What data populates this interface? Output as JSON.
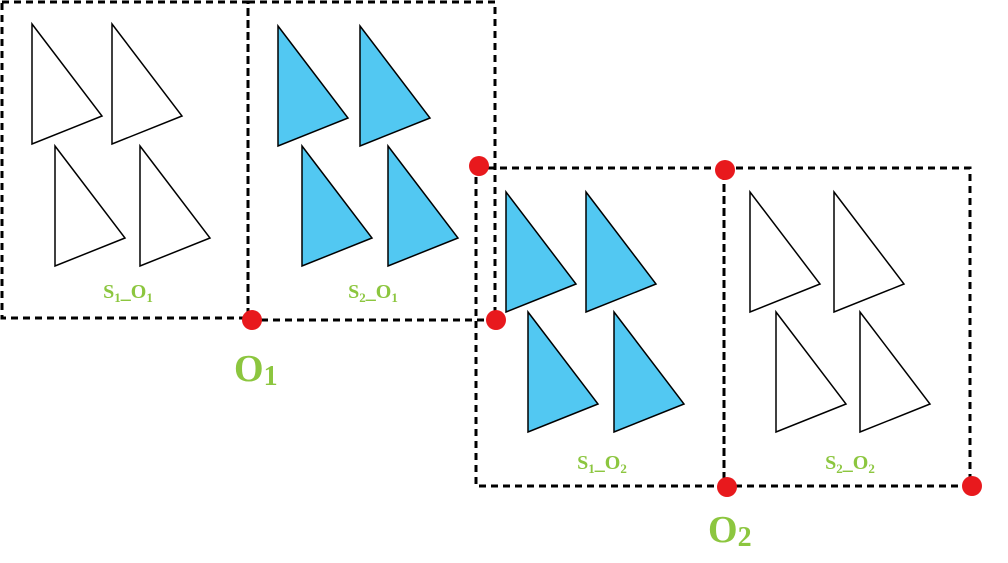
{
  "colors": {
    "filled": "#52c8f2",
    "stroke": "#000000",
    "label": "#8cc63f",
    "marker": "#e8191d"
  },
  "boxes": [
    {
      "id": "s1-o1",
      "label": {
        "main1": "S",
        "sub1": "1",
        "sep": "_",
        "main2": "O",
        "sub2": "1"
      },
      "filled": false
    },
    {
      "id": "s2-o1",
      "label": {
        "main1": "S",
        "sub1": "2",
        "sep": "_",
        "main2": "O",
        "sub2": "1"
      },
      "filled": true
    },
    {
      "id": "s1-o2",
      "label": {
        "main1": "S",
        "sub1": "1",
        "sep": "_",
        "main2": "O",
        "sub2": "2"
      },
      "filled": true
    },
    {
      "id": "s2-o2",
      "label": {
        "main1": "S",
        "sub1": "2",
        "sep": "_",
        "main2": "O",
        "sub2": "2"
      },
      "filled": false
    }
  ],
  "origins": [
    {
      "id": "o1",
      "main": "O",
      "sub": "1"
    },
    {
      "id": "o2",
      "main": "O",
      "sub": "2"
    }
  ]
}
